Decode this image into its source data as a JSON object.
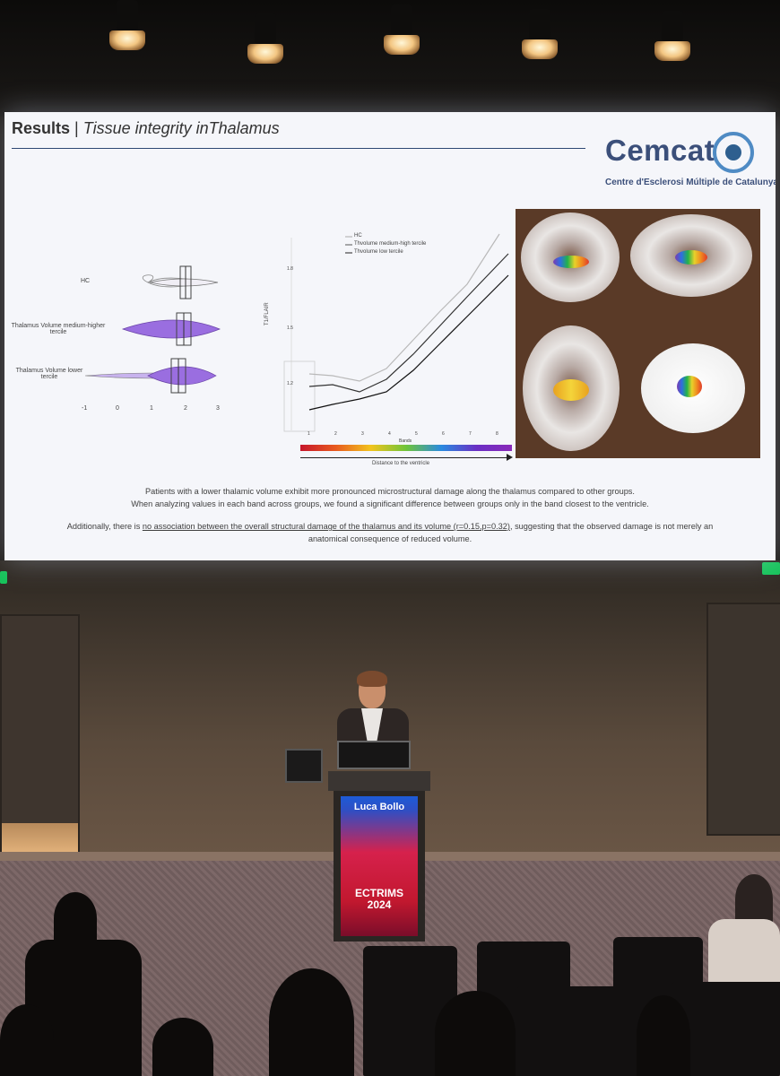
{
  "slide": {
    "title_bold": "Results",
    "title_sep": "|",
    "title_italic": "Tissue integrity inThalamus",
    "logo": {
      "name": "Cemcat",
      "subtitle": "Centre d'Esclerosi Múltiple de Catalunya"
    },
    "violin_plot": {
      "groups": [
        "HC",
        "Thalamus Volume medium-higher tercile",
        "Thalamus Volume lower tercile"
      ],
      "x_ticks": [
        "-1",
        "0",
        "1",
        "2",
        "3"
      ]
    },
    "line_plot": {
      "legend": [
        "HC",
        "Thvolume medium-high tercile",
        "Thvolume low tercile"
      ],
      "ylabel": "T1/FLAIR",
      "y_ticks": [
        "1.8",
        "1.5",
        "1.2"
      ],
      "x_ticks": [
        "1",
        "2",
        "3",
        "4",
        "5",
        "6",
        "7",
        "8"
      ],
      "xlabel": "Bands",
      "arrow_caption": "Distance to the ventricle"
    },
    "paragraph1_line1": "Patients with a lower thalamic volume exhibit more pronounced microstructural damage along the thalamus compared to other groups.",
    "paragraph1_line2": "When analyzing values in each band across groups, we found a significant difference between groups only in the band closest to the ventricle.",
    "paragraph2_pre": "Additionally, there is ",
    "paragraph2_underlined": "no association between the overall structural damage of the thalamus and its volume (r=0.15,p=0.32)",
    "paragraph2_post": ", suggesting that the observed damage is not merely an",
    "paragraph2_line2": "anatomical consequence of reduced volume."
  },
  "podium": {
    "speaker": "Luca Bollo",
    "event_line1": "ECTRIMS",
    "event_line2": "2024"
  },
  "colors": {
    "slide_background": "#f5f6fa",
    "logo_blue": "#3b4f7a",
    "podium_red": "#d6214c",
    "violin_purple": "#8e5bd6"
  }
}
